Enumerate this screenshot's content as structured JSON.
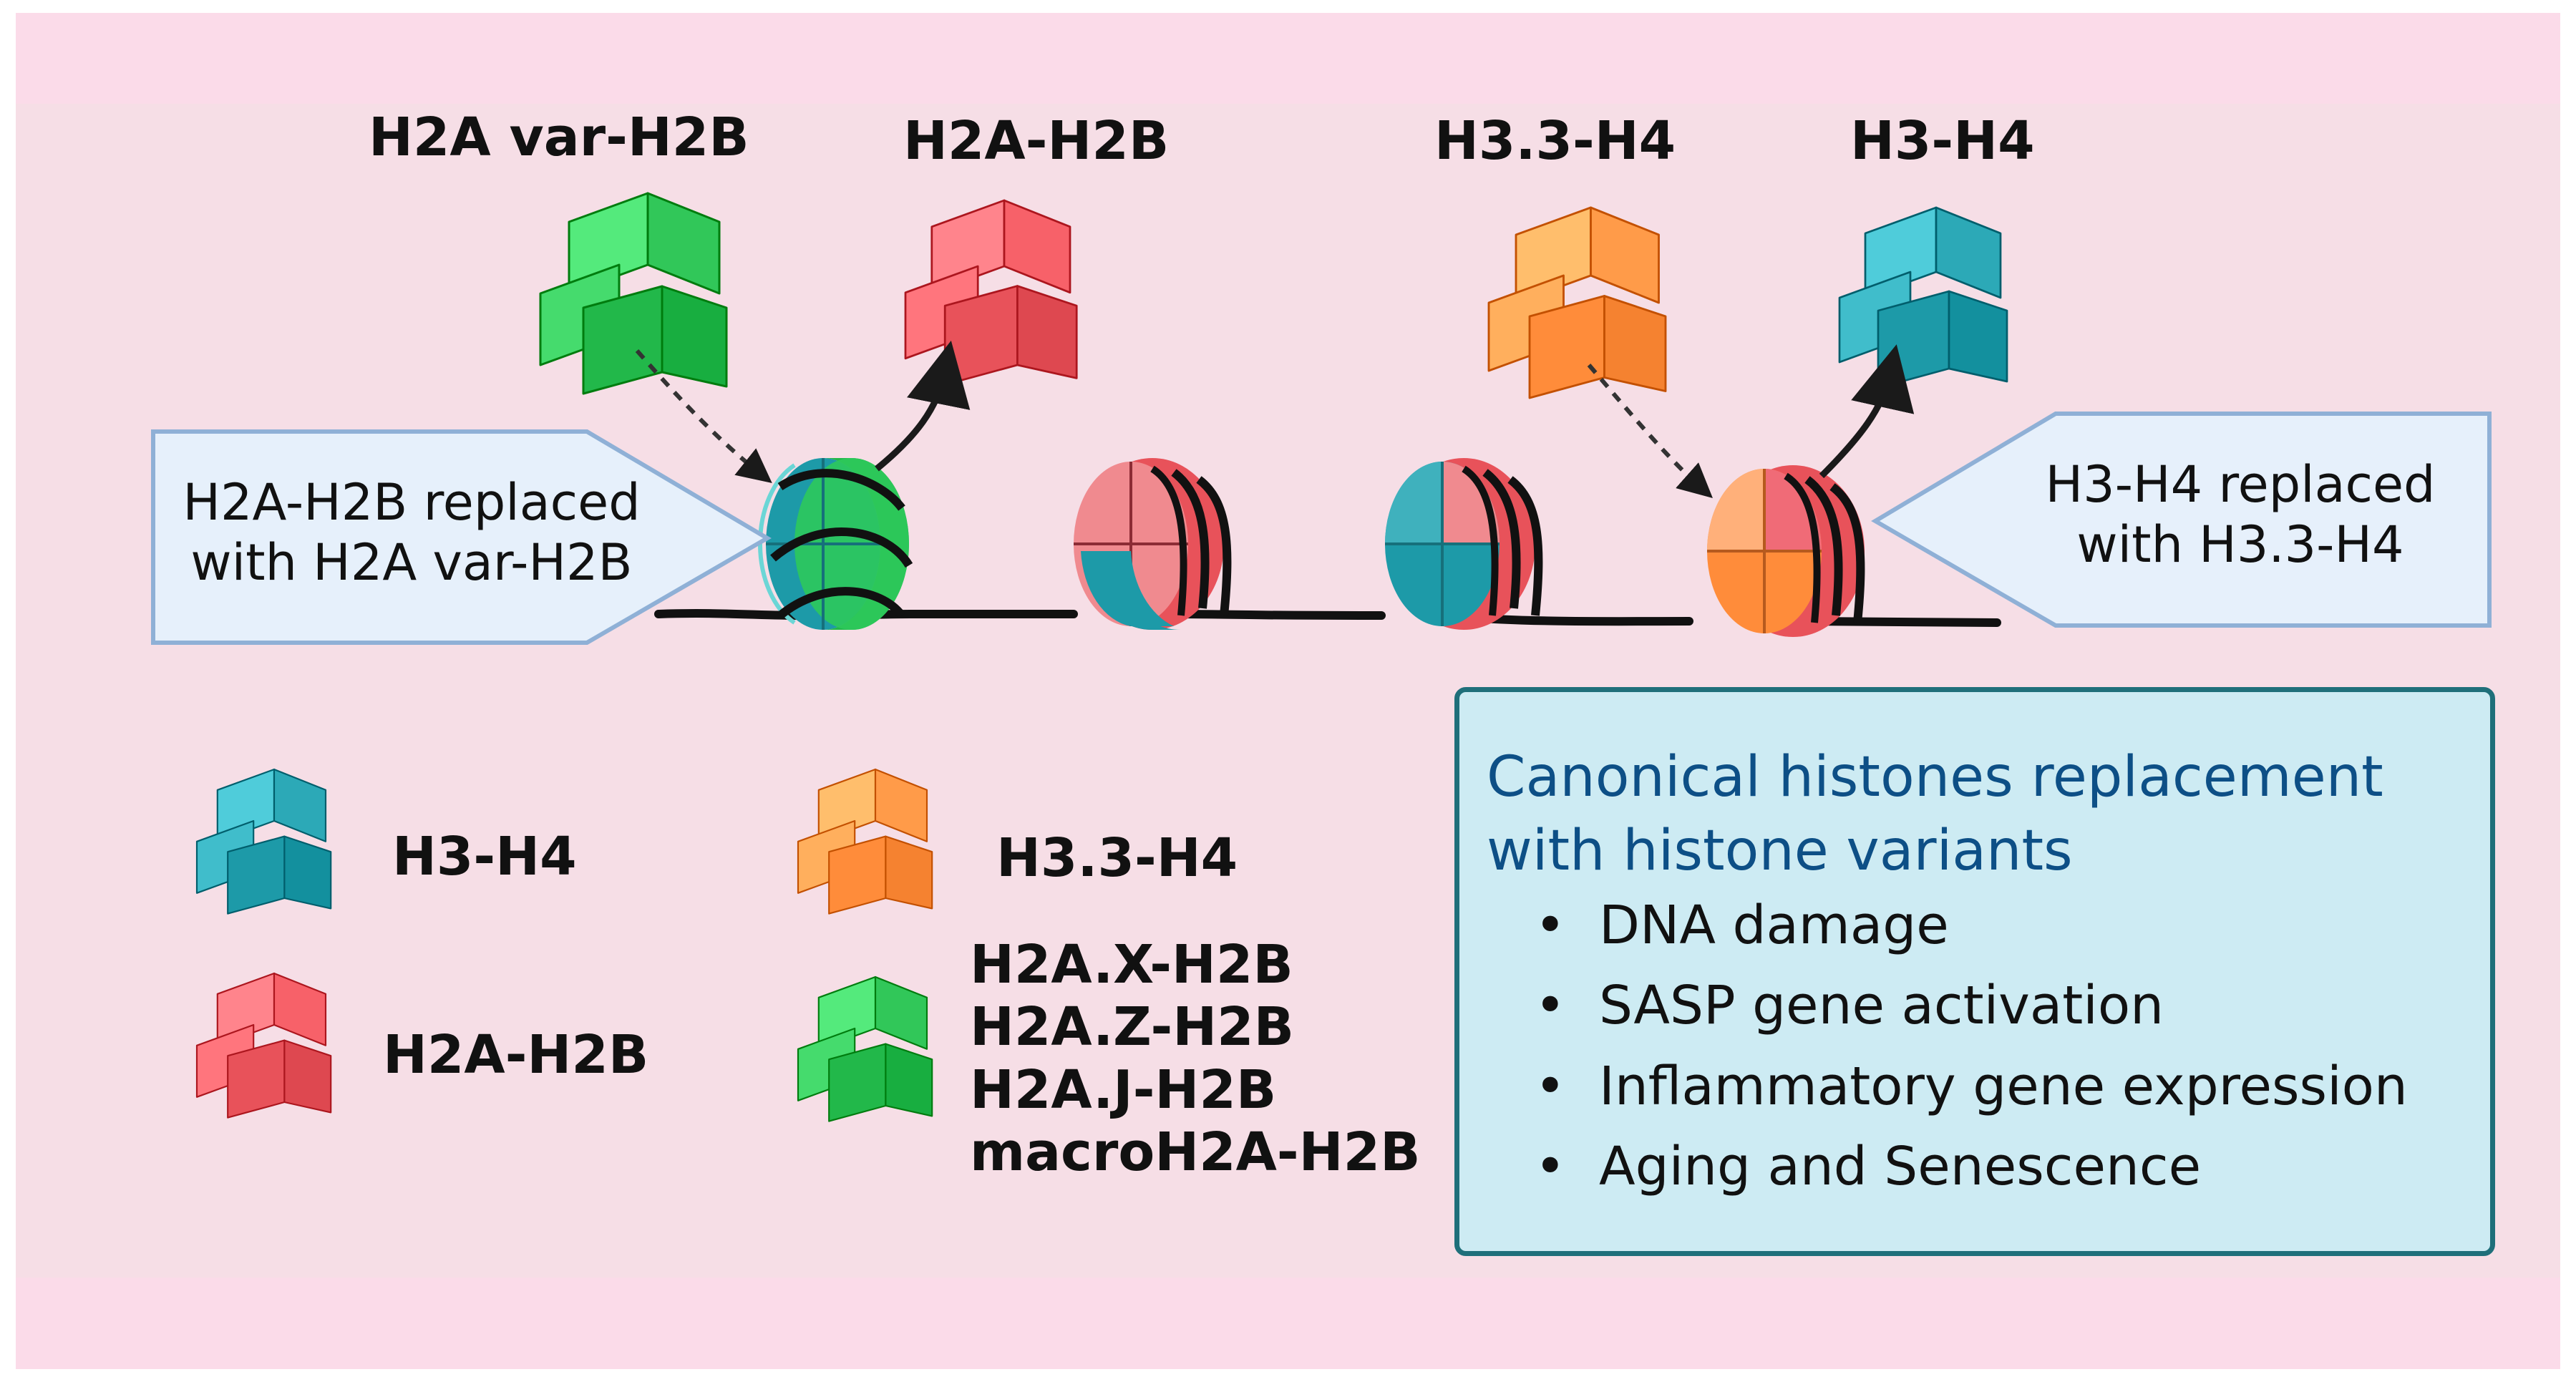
{
  "top_labels": {
    "h2avar_h2b": "H2A var-H2B",
    "h2a_h2b": "H2A-H2B",
    "h33_h4": "H3.3-H4",
    "h3_h4": "H3-H4"
  },
  "callouts": {
    "left": [
      "H2A-H2B replaced",
      "with H2A var-H2B"
    ],
    "right": [
      "H3-H4 replaced",
      "with H3.3-H4"
    ]
  },
  "legend": {
    "h3_h4": "H3-H4",
    "h2a_h2b": "H2A-H2B",
    "h33_h4": "H3.3-H4",
    "variants": [
      "H2A.X-H2B",
      "H2A.Z-H2B",
      "H2A.J-H2B",
      "macroH2A-H2B"
    ]
  },
  "info_box": {
    "title_lines": [
      "Canonical histones replacement",
      "with histone variants"
    ],
    "items": [
      "DNA damage",
      "SASP gene activation",
      "Inflammatory gene expression",
      "Aging and Senescence"
    ]
  },
  "colors": {
    "background_band": "#fbdbe9",
    "background_main": "#f6dee6",
    "h3_h4": "#1d9aa8",
    "h2a_h2b": "#e8525a",
    "h33_h4": "#ff8c3a",
    "h2a_variant": "#22b84a",
    "callout_fill": "#e6f0fb",
    "callout_stroke": "#8fb0d6",
    "info_fill": "#cdebf3",
    "info_title": "#0d4f86"
  }
}
